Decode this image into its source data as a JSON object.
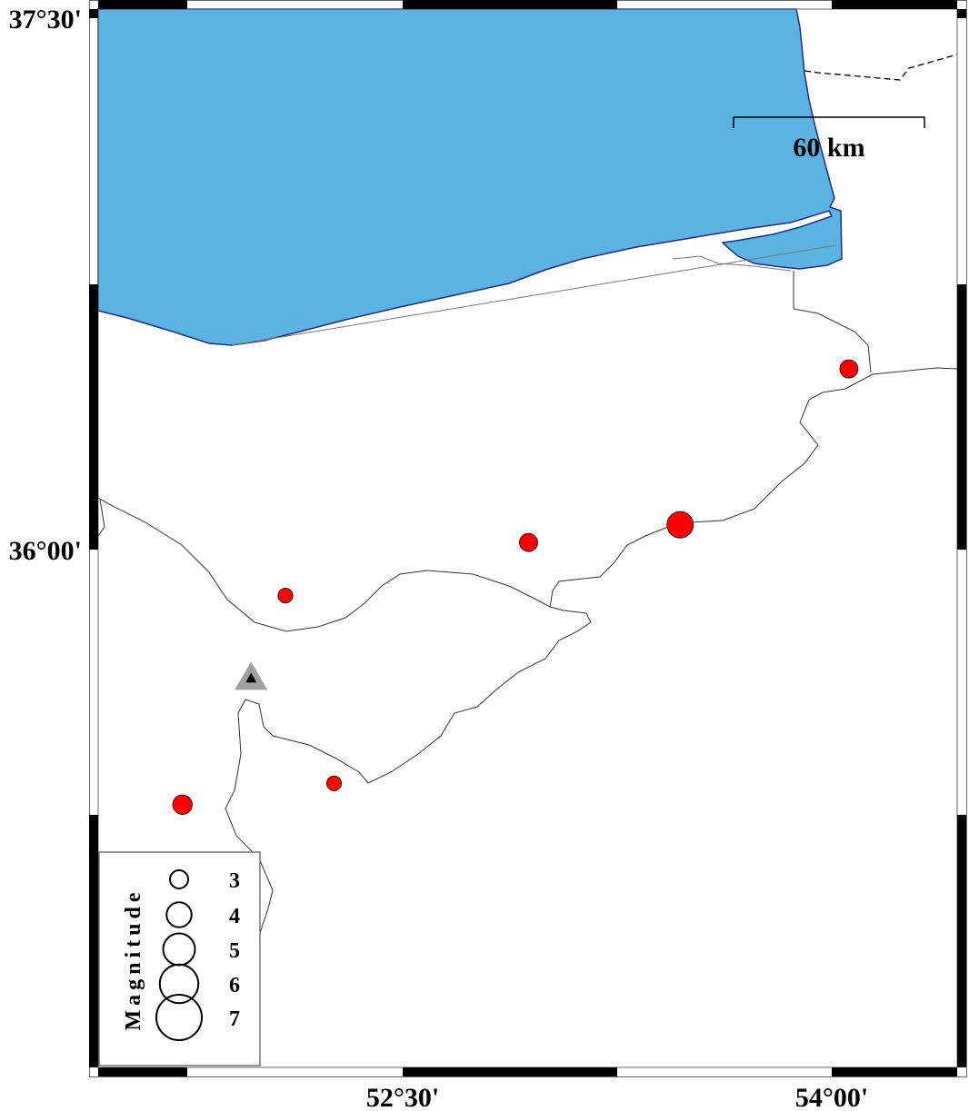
{
  "map": {
    "sea_color": "#5ab3e0",
    "event_color": "#ff0000",
    "station_color": "#a0a0a0",
    "axis_labels": {
      "lat_top": "37°30'",
      "lat_mid": "36°00'",
      "lon_left": "52°30'",
      "lon_right": "54°00'"
    },
    "scale_bar": {
      "label": "60 km"
    },
    "events": [
      {
        "lon": 54.06,
        "lat": 36.51,
        "magnitude": 3.0
      },
      {
        "lon": 53.47,
        "lat": 36.07,
        "magnitude": 4.2
      },
      {
        "lon": 52.94,
        "lat": 36.02,
        "magnitude": 3.0
      },
      {
        "lon": 52.09,
        "lat": 35.87,
        "magnitude": 2.5
      },
      {
        "lon": 52.26,
        "lat": 35.34,
        "magnitude": 2.5
      },
      {
        "lon": 51.73,
        "lat": 35.28,
        "magnitude": 3.2
      }
    ],
    "station": {
      "lon": 51.97,
      "lat": 35.64
    }
  },
  "legend": {
    "title": "Magnitude",
    "items": [
      {
        "label": "3",
        "magnitude": 3
      },
      {
        "label": "4",
        "magnitude": 4
      },
      {
        "label": "5",
        "magnitude": 5
      },
      {
        "label": "6",
        "magnitude": 6
      },
      {
        "label": "7",
        "magnitude": 7
      }
    ]
  }
}
